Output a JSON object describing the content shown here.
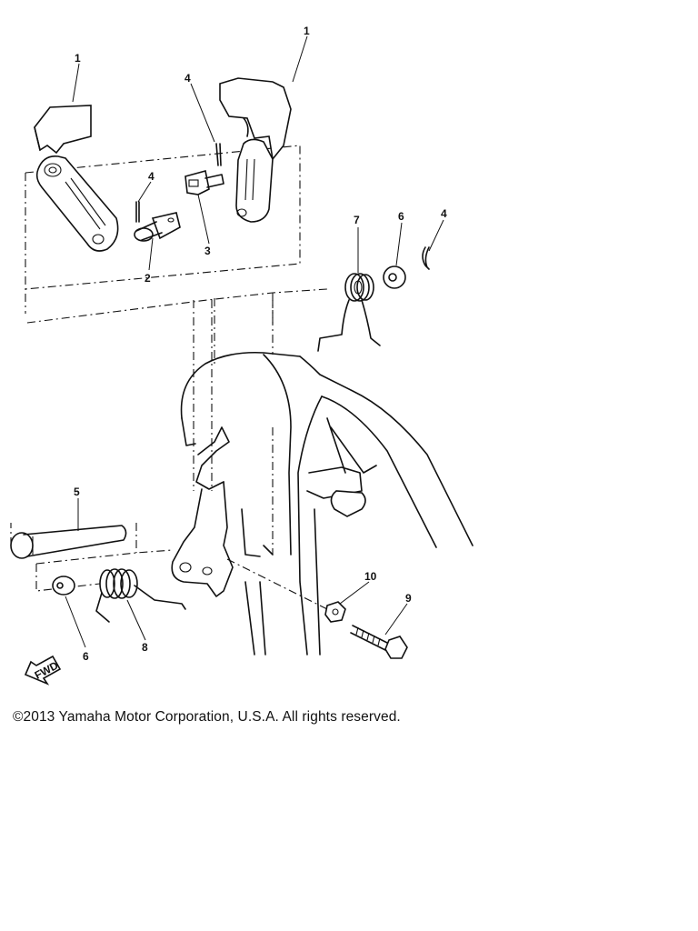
{
  "callouts": {
    "c1_left": "1",
    "c1_right": "1",
    "c2": "2",
    "c3": "3",
    "c4_top": "4",
    "c4_mid": "4",
    "c4_right": "4",
    "c5": "5",
    "c6_upper": "6",
    "c6_lower": "6",
    "c7": "7",
    "c8": "8",
    "c9": "9",
    "c10": "10"
  },
  "fwd_label": "FWD",
  "copyright": "©2013 Yamaha Motor Corporation, U.S.A. All rights reserved."
}
